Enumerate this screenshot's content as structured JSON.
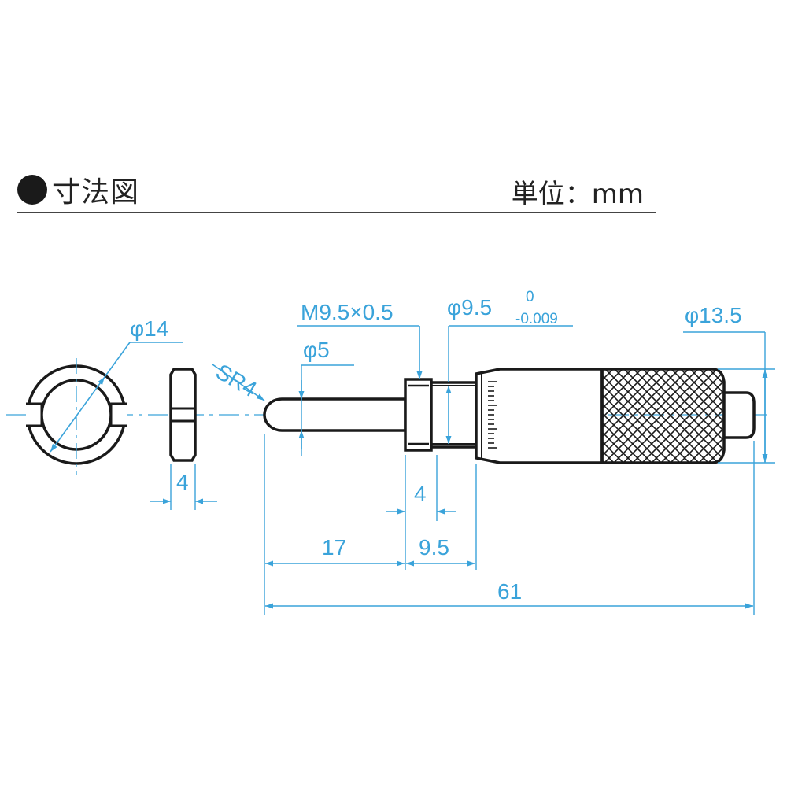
{
  "header": {
    "title": "寸法図",
    "unit": "単位：mm"
  },
  "colors": {
    "outline": "#1a1a1a",
    "dimension": "#3aa3da"
  },
  "dimensions": {
    "nut_diameter": "φ14",
    "nut_thickness": "4",
    "tip_radius": "SR4",
    "spindle_diameter": "φ5",
    "thread": "M9.5×0.5",
    "stem_diameter": "φ9.5",
    "stem_tol_upper": "0",
    "stem_tol_lower": "-0.009",
    "thimble_diameter": "φ13.5",
    "thread_length": "4",
    "spindle_length": "17",
    "sleeve_length": "9.5",
    "total_length": "61"
  }
}
